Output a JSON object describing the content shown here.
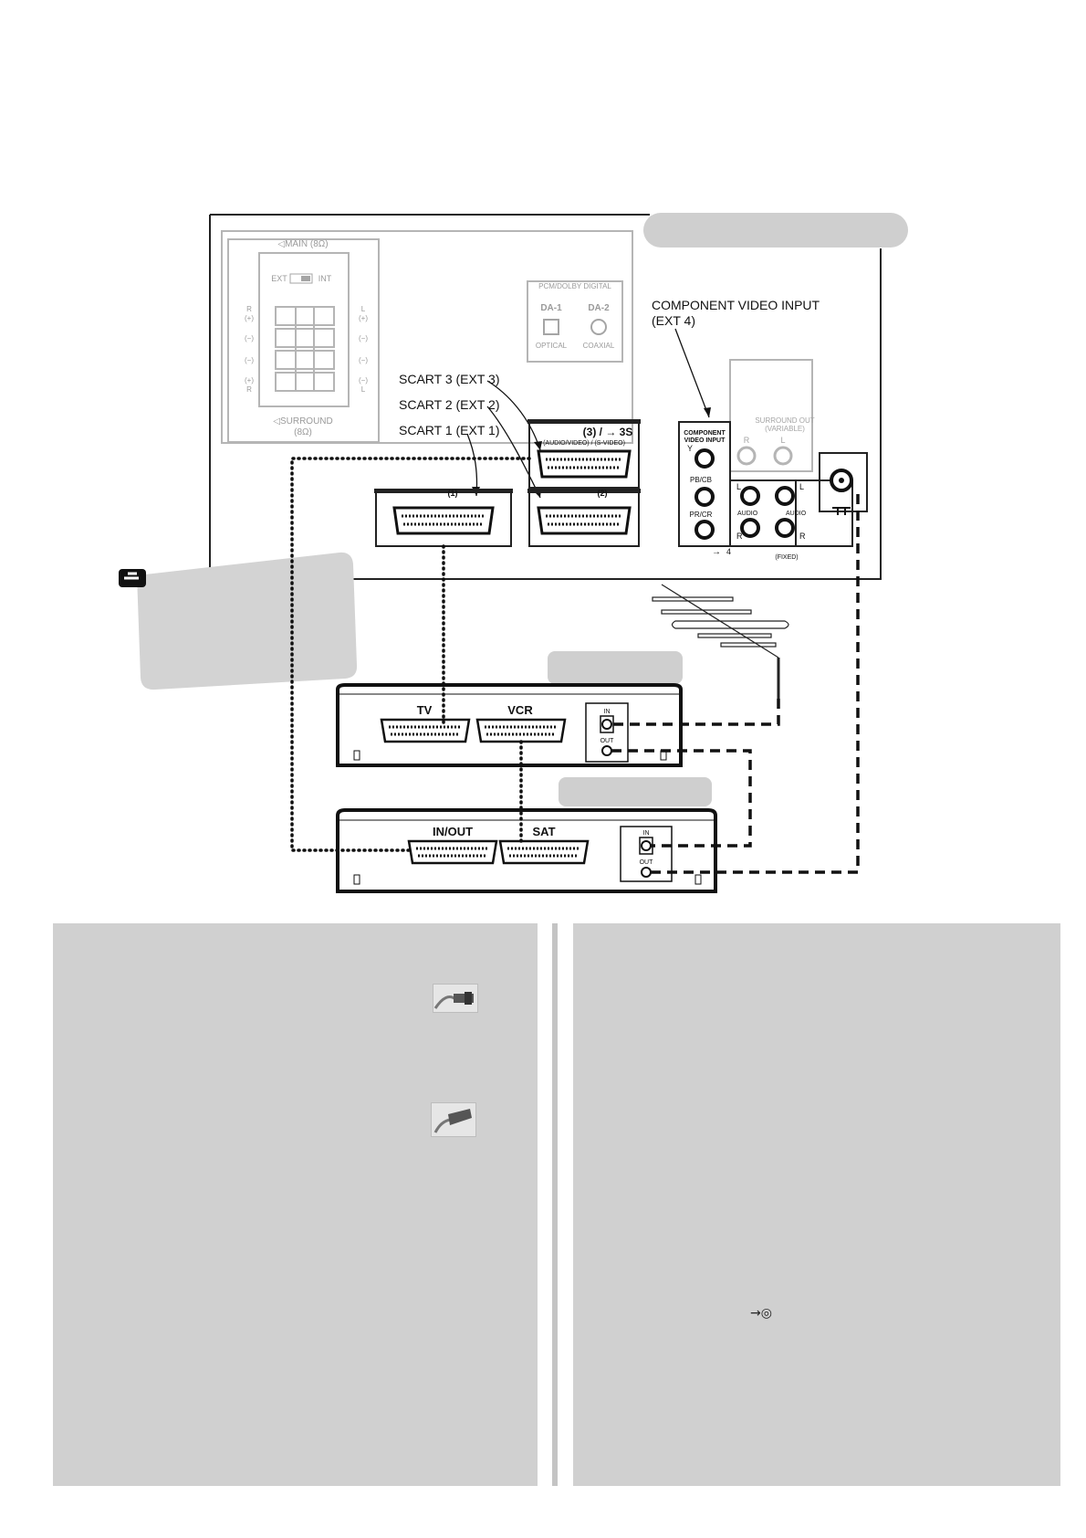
{
  "tv_panel": {
    "main_speaker": "◁MAIN (8Ω)",
    "ext_label": "EXT",
    "int_label": "INT",
    "surround_speaker": "◁SURROUND",
    "surround_ohm": "(8Ω)",
    "polarity": {
      "r_plus": "R",
      "plus": "(+)",
      "minus": "(−)",
      "l": "L",
      "r": "R"
    },
    "digital_header": "PCM/DOLBY DIGITAL",
    "da1": "DA-1",
    "da2": "DA-2",
    "optical": "OPTICAL",
    "coaxial": "COAXIAL",
    "component_callout": "COMPONENT VIDEO INPUT",
    "component_callout_ext": "(EXT 4)",
    "scart3_label": "SCART 3 (EXT 3)",
    "scart2_label": "SCART 2 (EXT 2)",
    "scart1_label": "SCART 1 (EXT 1)",
    "scart3_header": "(3) / → 3S",
    "scart3_sub": "(AUDIO/VIDEO) / (S-VIDEO)",
    "scart2_header": "(2)",
    "scart1_header": "(1)",
    "component_box_1": "COMPONENT",
    "component_box_2": "VIDEO INPUT",
    "y": "Y",
    "pb": "PB/CB",
    "pr": "PR/CR",
    "audio": "AUDIO",
    "ext4": "4",
    "fixed": "(FIXED)",
    "surround_out": "SURROUND OUT",
    "variable": "(VARIABLE)",
    "sl": "L",
    "sr": "R"
  },
  "device1": {
    "scart_tv": "TV",
    "scart_vcr": "VCR",
    "in": "IN",
    "out": "OUT"
  },
  "device2": {
    "scart_inout": "IN/OUT",
    "scart_sat": "SAT",
    "in": "IN",
    "out": "OUT"
  },
  "icons": {
    "note": "pointing-hand-icon",
    "rf_cable": "rf-cable-icon",
    "scart_cable": "scart-cable-icon",
    "input": "input-arrow-icon",
    "input_glyph": "→◎"
  },
  "colors": {
    "page_bg": "#ffffff",
    "panel_bg": "#d0d0d0",
    "label_pill": "#cfcfcf",
    "line": "#1a1a1a"
  }
}
